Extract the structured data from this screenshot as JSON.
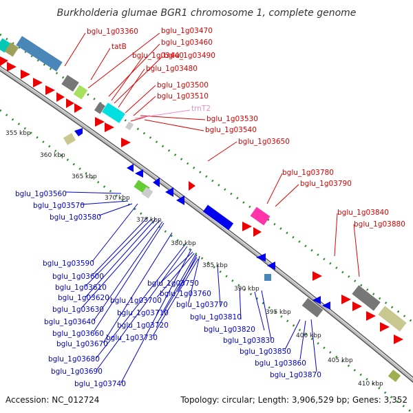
{
  "title": "Burkholderia glumae BGR1 chromosome 1, complete genome",
  "footer": {
    "accession": "Accession: NC_012724",
    "topology": "Topology: circular; Length: 3,906,529 bp; Genes: 3,352"
  },
  "colors": {
    "forward_label": "#dd0000",
    "reverse_label": "#0000cc",
    "rna_label": "#ee88cc",
    "backbone": "#888888",
    "tick": "#2a8a2a"
  },
  "kbp_labels": [
    "355 kbp",
    "360 kbp",
    "365 kbp",
    "370 kbp",
    "375 kbp",
    "380 kbp",
    "385 kbp",
    "390 kbp",
    "395 kbp",
    "400 kbp",
    "405 kbp",
    "410 kbp"
  ],
  "forward_labels": [
    "bglu_1g03360",
    "bglu_1g03470",
    "tatB",
    "bglu_1g03460",
    "bglu_1g03440",
    "bglu_1g03490",
    "bglu_1g03480",
    "bglu_1g03500",
    "bglu_1g03510",
    "trnT2",
    "bglu_1g03530",
    "bglu_1g03540",
    "bglu_1g03650",
    "bglu_1g03780",
    "bglu_1g03790",
    "bglu_1g03840",
    "bglu_1g03880"
  ],
  "reverse_labels": [
    "bglu_1g03560",
    "bglu_1g03570",
    "bglu_1g03580",
    "bglu_1g03590",
    "bglu_1g03600",
    "bglu_1g03610",
    "bglu_1g03620",
    "bglu_1g03630",
    "bglu_1g03640",
    "bglu_1g03660",
    "bglu_1g03670",
    "bglu_1g03680",
    "bglu_1g03690",
    "bglu_1g03740",
    "bglu_1g03750",
    "bglu_1g03700",
    "bglu_1g03760",
    "bglu_1g03710",
    "bglu_1g03770",
    "bglu_1g03720",
    "bglu_1g03730",
    "bglu_1g03810",
    "bglu_1g03820",
    "bglu_1g03830",
    "bglu_1g03850",
    "bglu_1g03860",
    "bglu_1g03870"
  ]
}
